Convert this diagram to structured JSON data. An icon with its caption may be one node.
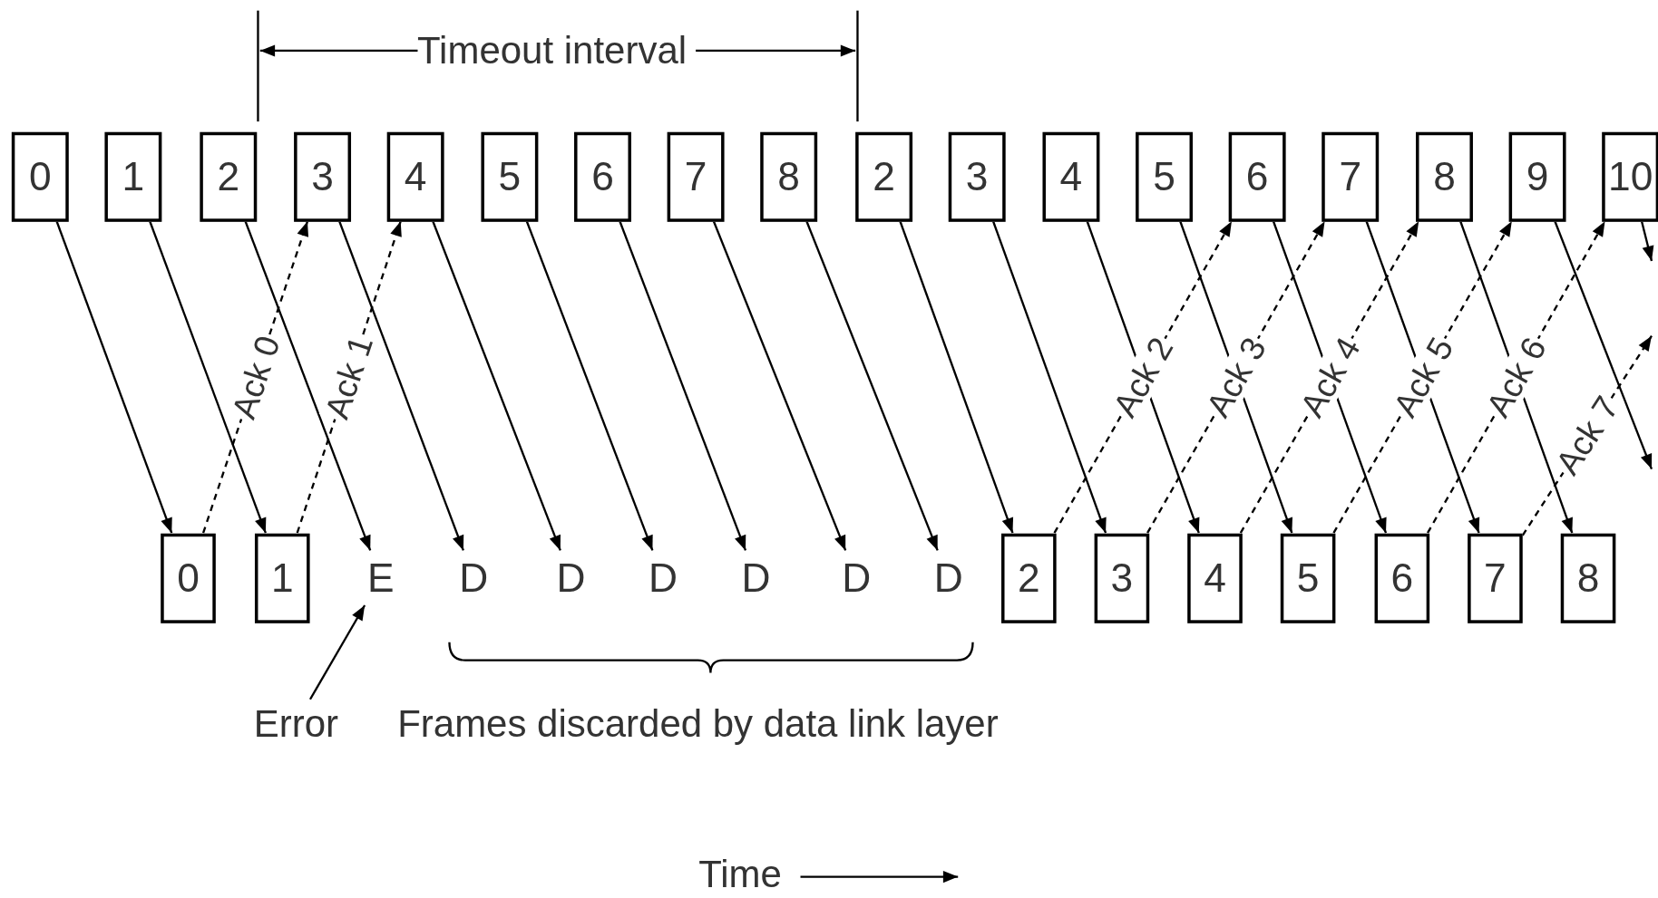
{
  "diagram": {
    "nodes": [
      {
        "text": [
          "0"
        ]
      },
      {
        "text": [
          "1"
        ]
      },
      {
        "text": [
          "2"
        ]
      },
      {
        "text": [
          "3"
        ]
      },
      {
        "text": [
          "4"
        ]
      },
      {
        "text": [
          "5"
        ]
      },
      {
        "text": [
          "6"
        ]
      },
      {
        "text": [
          "7"
        ]
      },
      {
        "text": [
          "8"
        ]
      },
      {
        "text": [
          "2"
        ]
      },
      {
        "text": [
          "3"
        ]
      },
      {
        "text": [
          "4"
        ]
      },
      {
        "text": [
          "5"
        ]
      },
      {
        "text": [
          "6"
        ]
      },
      {
        "text": [
          "7"
        ]
      },
      {
        "text": [
          "8"
        ]
      },
      {
        "text": [
          "9"
        ]
      },
      {
        "text": [
          "10"
        ]
      },
      {
        "text": [
          "0"
        ]
      },
      {
        "text": [
          "1"
        ]
      },
      {
        "text": [
          "E"
        ]
      },
      {
        "text": [
          "D"
        ]
      },
      {
        "text": [
          "D"
        ]
      },
      {
        "text": [
          "D"
        ]
      },
      {
        "text": [
          "D"
        ]
      },
      {
        "text": [
          "D"
        ]
      },
      {
        "text": [
          "D"
        ]
      },
      {
        "text": [
          "2"
        ]
      },
      {
        "text": [
          "3"
        ]
      },
      {
        "text": [
          "4"
        ]
      },
      {
        "text": [
          "5"
        ]
      },
      {
        "text": [
          "6"
        ]
      },
      {
        "text": [
          "7"
        ]
      },
      {
        "text": [
          "8"
        ]
      },
      {
        "text": [
          "Error"
        ]
      }
    ],
    "edges": [
      {
        "from": 0,
        "to": 18,
        "arrow": "to"
      },
      {
        "from": 1,
        "to": 19,
        "arrow": "to"
      },
      {
        "from": 2,
        "to": 20,
        "arrow": "to"
      },
      {
        "from": 3,
        "to": 21,
        "arrow": "to"
      },
      {
        "from": 4,
        "to": 22,
        "arrow": "to"
      },
      {
        "from": 5,
        "to": 23,
        "arrow": "to"
      },
      {
        "from": 6,
        "to": 24,
        "arrow": "to"
      },
      {
        "from": 7,
        "to": 25,
        "arrow": "to"
      },
      {
        "from": 8,
        "to": 26,
        "arrow": "to"
      },
      {
        "from": 9,
        "to": 27,
        "arrow": "to"
      },
      {
        "from": 10,
        "to": 28,
        "arrow": "to"
      },
      {
        "from": 11,
        "to": 29,
        "arrow": "to"
      },
      {
        "from": 12,
        "to": 30,
        "arrow": "to"
      },
      {
        "from": 13,
        "to": 31,
        "arrow": "to"
      },
      {
        "from": 14,
        "to": 32,
        "arrow": "to"
      },
      {
        "from": 15,
        "to": 33,
        "arrow": "to"
      },
      {
        "from": 16,
        "to": null,
        "arrow": "to"
      },
      {
        "from": 17,
        "to": null,
        "arrow": "to"
      },
      {
        "from": 18,
        "to": 3,
        "arrow": "to",
        "label": "Ack 0",
        "style": "dashed"
      },
      {
        "from": 19,
        "to": 4,
        "arrow": "to",
        "label": "Ack 1",
        "style": "dashed"
      },
      {
        "from": 27,
        "to": 13,
        "arrow": "to",
        "label": "Ack 2",
        "style": "dashed"
      },
      {
        "from": 28,
        "to": 14,
        "arrow": "to",
        "label": "Ack 3",
        "style": "dashed"
      },
      {
        "from": 29,
        "to": 15,
        "arrow": "to",
        "label": "Ack 4",
        "style": "dashed"
      },
      {
        "from": 30,
        "to": 16,
        "arrow": "to",
        "label": "Ack 5",
        "style": "dashed"
      },
      {
        "from": 31,
        "to": 17,
        "arrow": "to",
        "label": "Ack 6",
        "style": "dashed"
      },
      {
        "from": 32,
        "to": null,
        "arrow": "to",
        "label": "Ack 7",
        "style": "dashed"
      },
      {
        "from": 34,
        "to": 20,
        "arrow": "to"
      }
    ],
    "labels": [
      "Timeout interval",
      "Frames discarded by data link layer",
      "Time"
    ]
  }
}
